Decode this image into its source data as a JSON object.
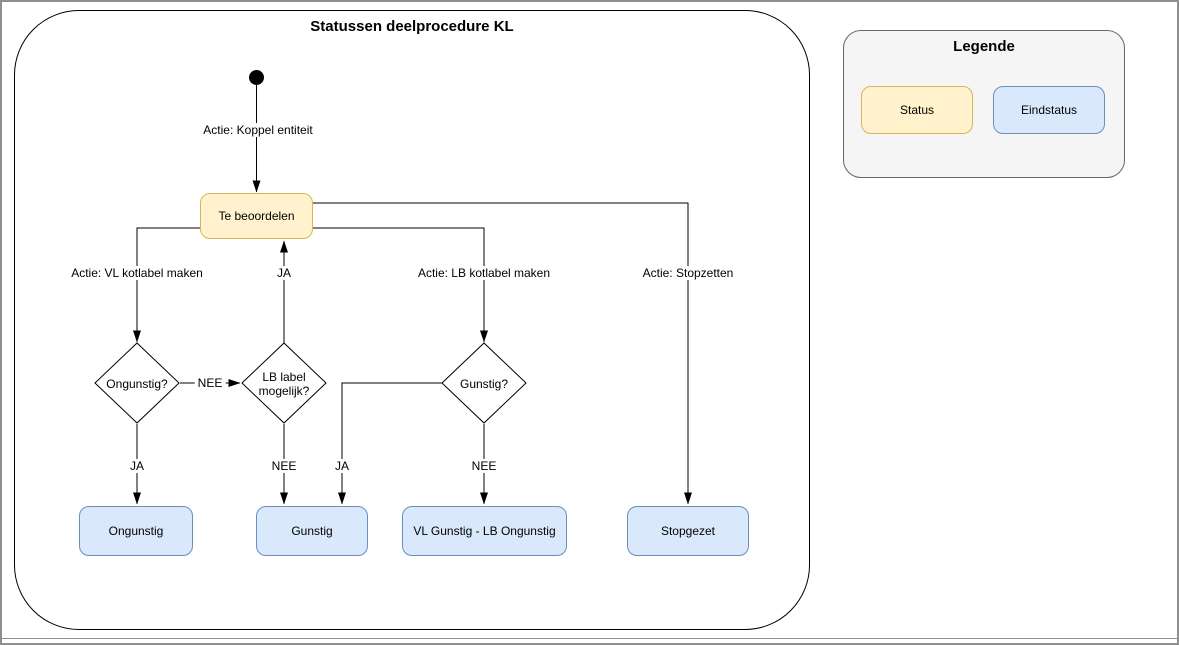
{
  "diagram": {
    "title": "Statussen deelprocedure KL",
    "states": {
      "te_beoordelen": "Te beoordelen",
      "ongunstig": "Ongunstig",
      "gunstig": "Gunstig",
      "vl_gunstig_lb_ongunstig": "VL Gunstig - LB Ongunstig",
      "stopgezet": "Stopgezet"
    },
    "decisions": {
      "ongunstig": "Ongunstig?",
      "lb_label_line1": "LB label",
      "lb_label_line2": "mogelijk?",
      "gunstig": "Gunstig?"
    },
    "edge_labels": {
      "koppel_entiteit": "Actie: Koppel entiteit",
      "vl_kotlabel_maken": "Actie: VL kotlabel maken",
      "ja_naar_te_beoordelen": "JA",
      "lb_kotlabel_maken": "Actie: LB kotlabel maken",
      "stopzetten": "Actie: Stopzetten",
      "nee_naar_lb_label": "NEE",
      "ja_naar_ongunstig": "JA",
      "nee_naar_gunstig": "NEE",
      "ja_naar_gunstig": "JA",
      "nee_naar_vl_gunstig": "NEE"
    },
    "colors": {
      "status_fill": "#FFF2CC",
      "status_border": "#D6B656",
      "eindstatus_fill": "#DAE8FC",
      "eindstatus_border": "#6C8EBF",
      "legend_fill": "#F5F5F5",
      "legend_border": "#666666",
      "line": "#000000"
    }
  },
  "legend": {
    "title": "Legende",
    "items": [
      {
        "label": "Status"
      },
      {
        "label": "Eindstatus"
      }
    ]
  }
}
